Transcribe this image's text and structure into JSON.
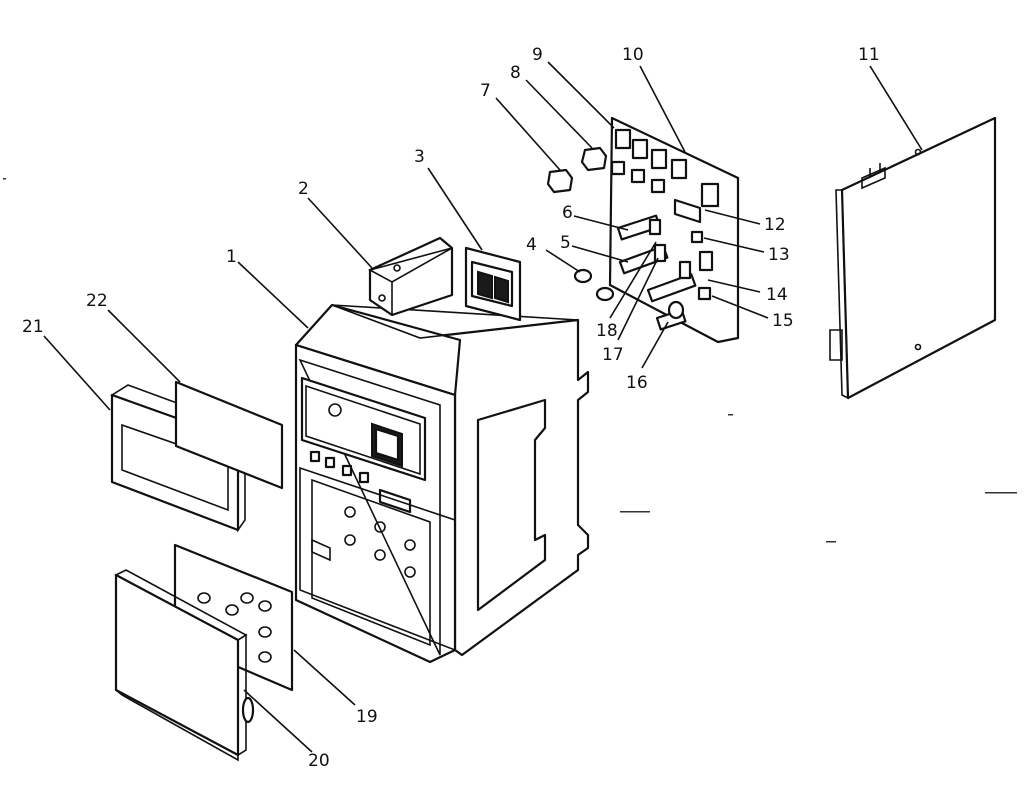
{
  "callouts": [
    {
      "id": "p1",
      "label": "1"
    },
    {
      "id": "p2",
      "label": "2"
    },
    {
      "id": "p3",
      "label": "3"
    },
    {
      "id": "p4",
      "label": "4"
    },
    {
      "id": "p5",
      "label": "5"
    },
    {
      "id": "p6",
      "label": "6"
    },
    {
      "id": "p7",
      "label": "7"
    },
    {
      "id": "p8",
      "label": "8"
    },
    {
      "id": "p9",
      "label": "9"
    },
    {
      "id": "p10",
      "label": "10"
    },
    {
      "id": "p11",
      "label": "11"
    },
    {
      "id": "p12",
      "label": "12"
    },
    {
      "id": "p13",
      "label": "13"
    },
    {
      "id": "p14",
      "label": "14"
    },
    {
      "id": "p15",
      "label": "15"
    },
    {
      "id": "p16",
      "label": "16"
    },
    {
      "id": "p17",
      "label": "17"
    },
    {
      "id": "p18",
      "label": "18"
    },
    {
      "id": "p19",
      "label": "19"
    },
    {
      "id": "p20",
      "label": "20"
    },
    {
      "id": "p21",
      "label": "21"
    },
    {
      "id": "p22",
      "label": "22"
    }
  ],
  "style": {
    "ink": "#111111",
    "paper": "#ffffff"
  }
}
